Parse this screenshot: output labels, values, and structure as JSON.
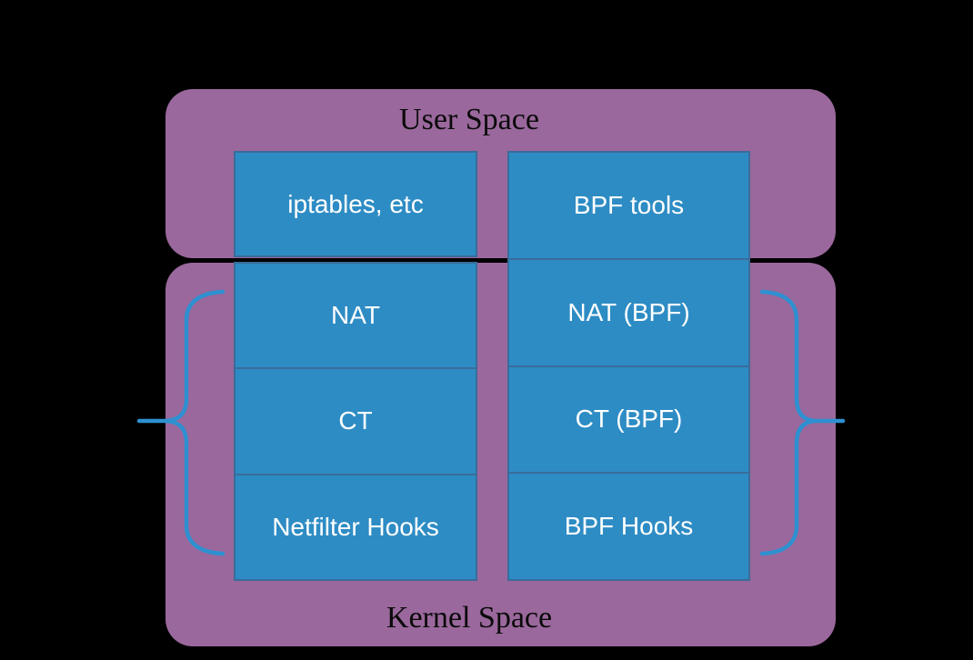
{
  "diagram": {
    "user_space": {
      "title": "User Space"
    },
    "kernel_space": {
      "title": "Kernel Space"
    },
    "columns": [
      {
        "name": "netfilter-legacy-path",
        "cells": [
          "iptables, etc",
          "NAT",
          "CT",
          "Netfilter Hooks"
        ]
      },
      {
        "name": "bpf-path",
        "cells": [
          "BPF tools",
          "NAT (BPF)",
          "CT (BPF)",
          "BPF Hooks"
        ]
      }
    ],
    "colors": {
      "background": "#000000",
      "space_fill": "#9A689C",
      "box_fill": "#2E8CC4",
      "box_border": "#3A6C9A",
      "box_text": "#FFFFFF",
      "title_text": "#0A0A0A",
      "brace": "#2E90D0"
    }
  }
}
